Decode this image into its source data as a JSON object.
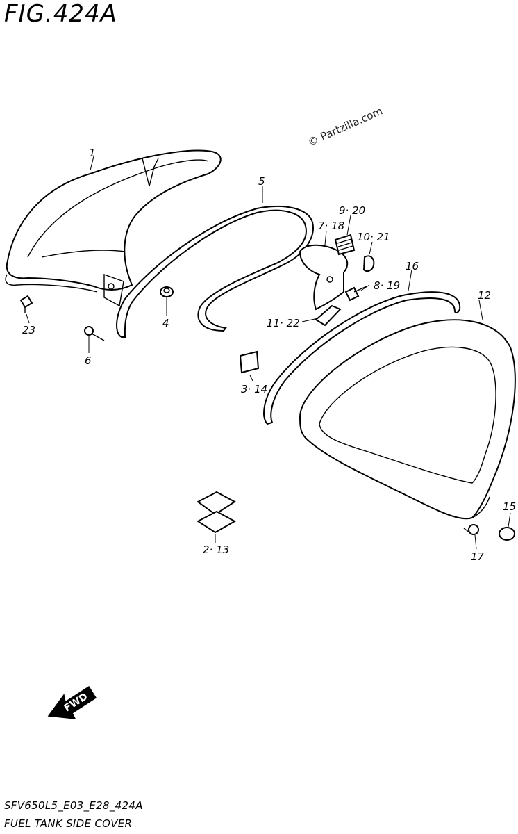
{
  "header": {
    "title": "FIG.424A"
  },
  "watermark": "© Partzilla.com",
  "footer": {
    "code": "SFV650L5_E03_E28_424A",
    "name": "FUEL TANK SIDE COVER"
  },
  "callouts": {
    "c1": "1",
    "c5": "5",
    "c9_20": "9· 20",
    "c7_18": "7· 18",
    "c10_21": "10· 21",
    "c16": "16",
    "c12": "12",
    "c8_19": "8· 19",
    "c11_22": "11· 22",
    "c23": "23",
    "c4": "4",
    "c6": "6",
    "c3_14": "3· 14",
    "c15": "15",
    "c2_13": "2· 13",
    "c17": "17"
  },
  "fwd_label": "FWD"
}
